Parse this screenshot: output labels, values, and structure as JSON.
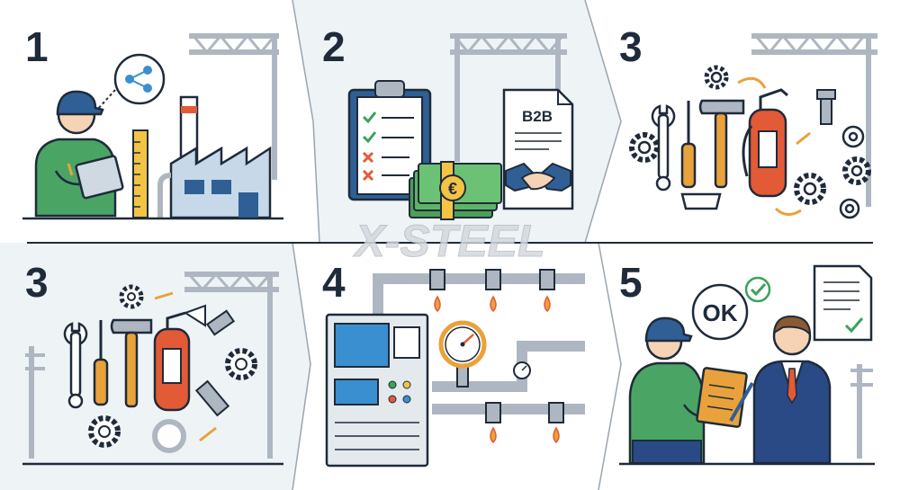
{
  "steps": {
    "s1": "1",
    "s2": "2",
    "s3a": "3",
    "s3b": "3",
    "s4": "4",
    "s5": "5"
  },
  "document_b2b": "B2B",
  "currency_symbol": "€",
  "ok_badge": "OK",
  "watermark": "X-STEEL",
  "colors": {
    "panel_light": "#ffffff",
    "panel_tint": "#eef3f6",
    "outline": "#1f2b3a",
    "steel_gray": "#aeb7c1",
    "worker_green": "#4aa564",
    "helmet_blue": "#2f5f95",
    "extinguisher_red": "#e35a36",
    "tool_orange": "#e9a23b",
    "money_green": "#5db465",
    "check_green": "#3aa35a",
    "suit_navy": "#2a4a86"
  },
  "icons": [
    "worker-with-tablet-icon",
    "share-network-icon",
    "ruler-icon",
    "factory-icon",
    "clipboard-checklist-icon",
    "euro-cash-icon",
    "handshake-contract-icon",
    "wrench-icon",
    "screwdriver-icon",
    "hammer-icon",
    "fire-extinguisher-icon",
    "gear-icon",
    "bolt-icon",
    "control-cabinet-icon",
    "pressure-gauge-icon",
    "sprinkler-icon",
    "handover-people-icon",
    "approved-document-icon"
  ]
}
